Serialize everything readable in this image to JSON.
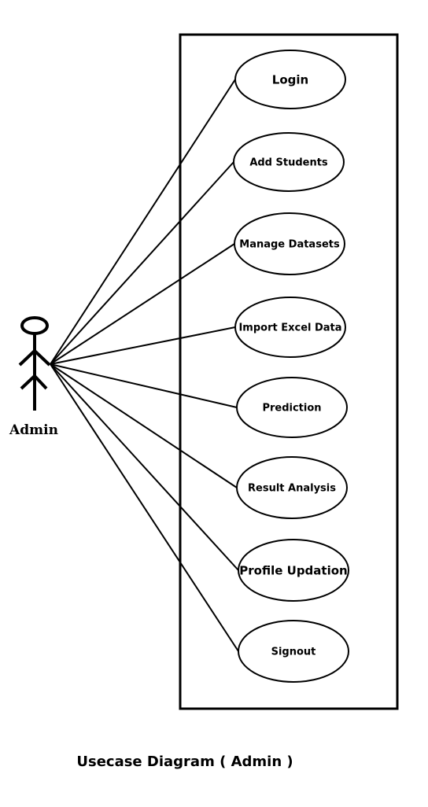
{
  "actor": {
    "name": "Admin",
    "icon": "stick-figure-icon"
  },
  "use_cases": [
    "Login",
    "Add Students",
    "Manage Datasets",
    "Import Excel Data",
    "Prediction",
    "Result Analysis",
    "Profile Updation",
    "Signout"
  ],
  "caption": "Usecase Diagram ( Admin )",
  "colors": {
    "stroke": "#000000",
    "background": "#ffffff"
  }
}
